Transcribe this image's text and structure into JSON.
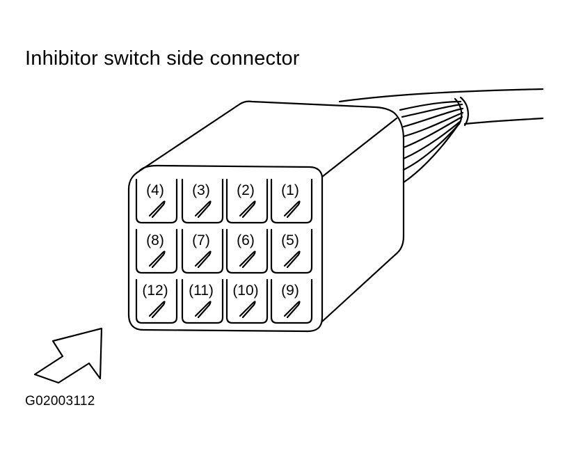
{
  "title": "Inhibitor switch side connector",
  "figure_id": "G02003112",
  "pins": [
    [
      "4",
      "3",
      "2",
      "1"
    ],
    [
      "8",
      "7",
      "6",
      "5"
    ],
    [
      "12",
      "11",
      "10",
      "9"
    ]
  ],
  "colors": {
    "line": "#000000",
    "background": "#ffffff"
  },
  "icons": {
    "arrow": "arrow-icon"
  }
}
